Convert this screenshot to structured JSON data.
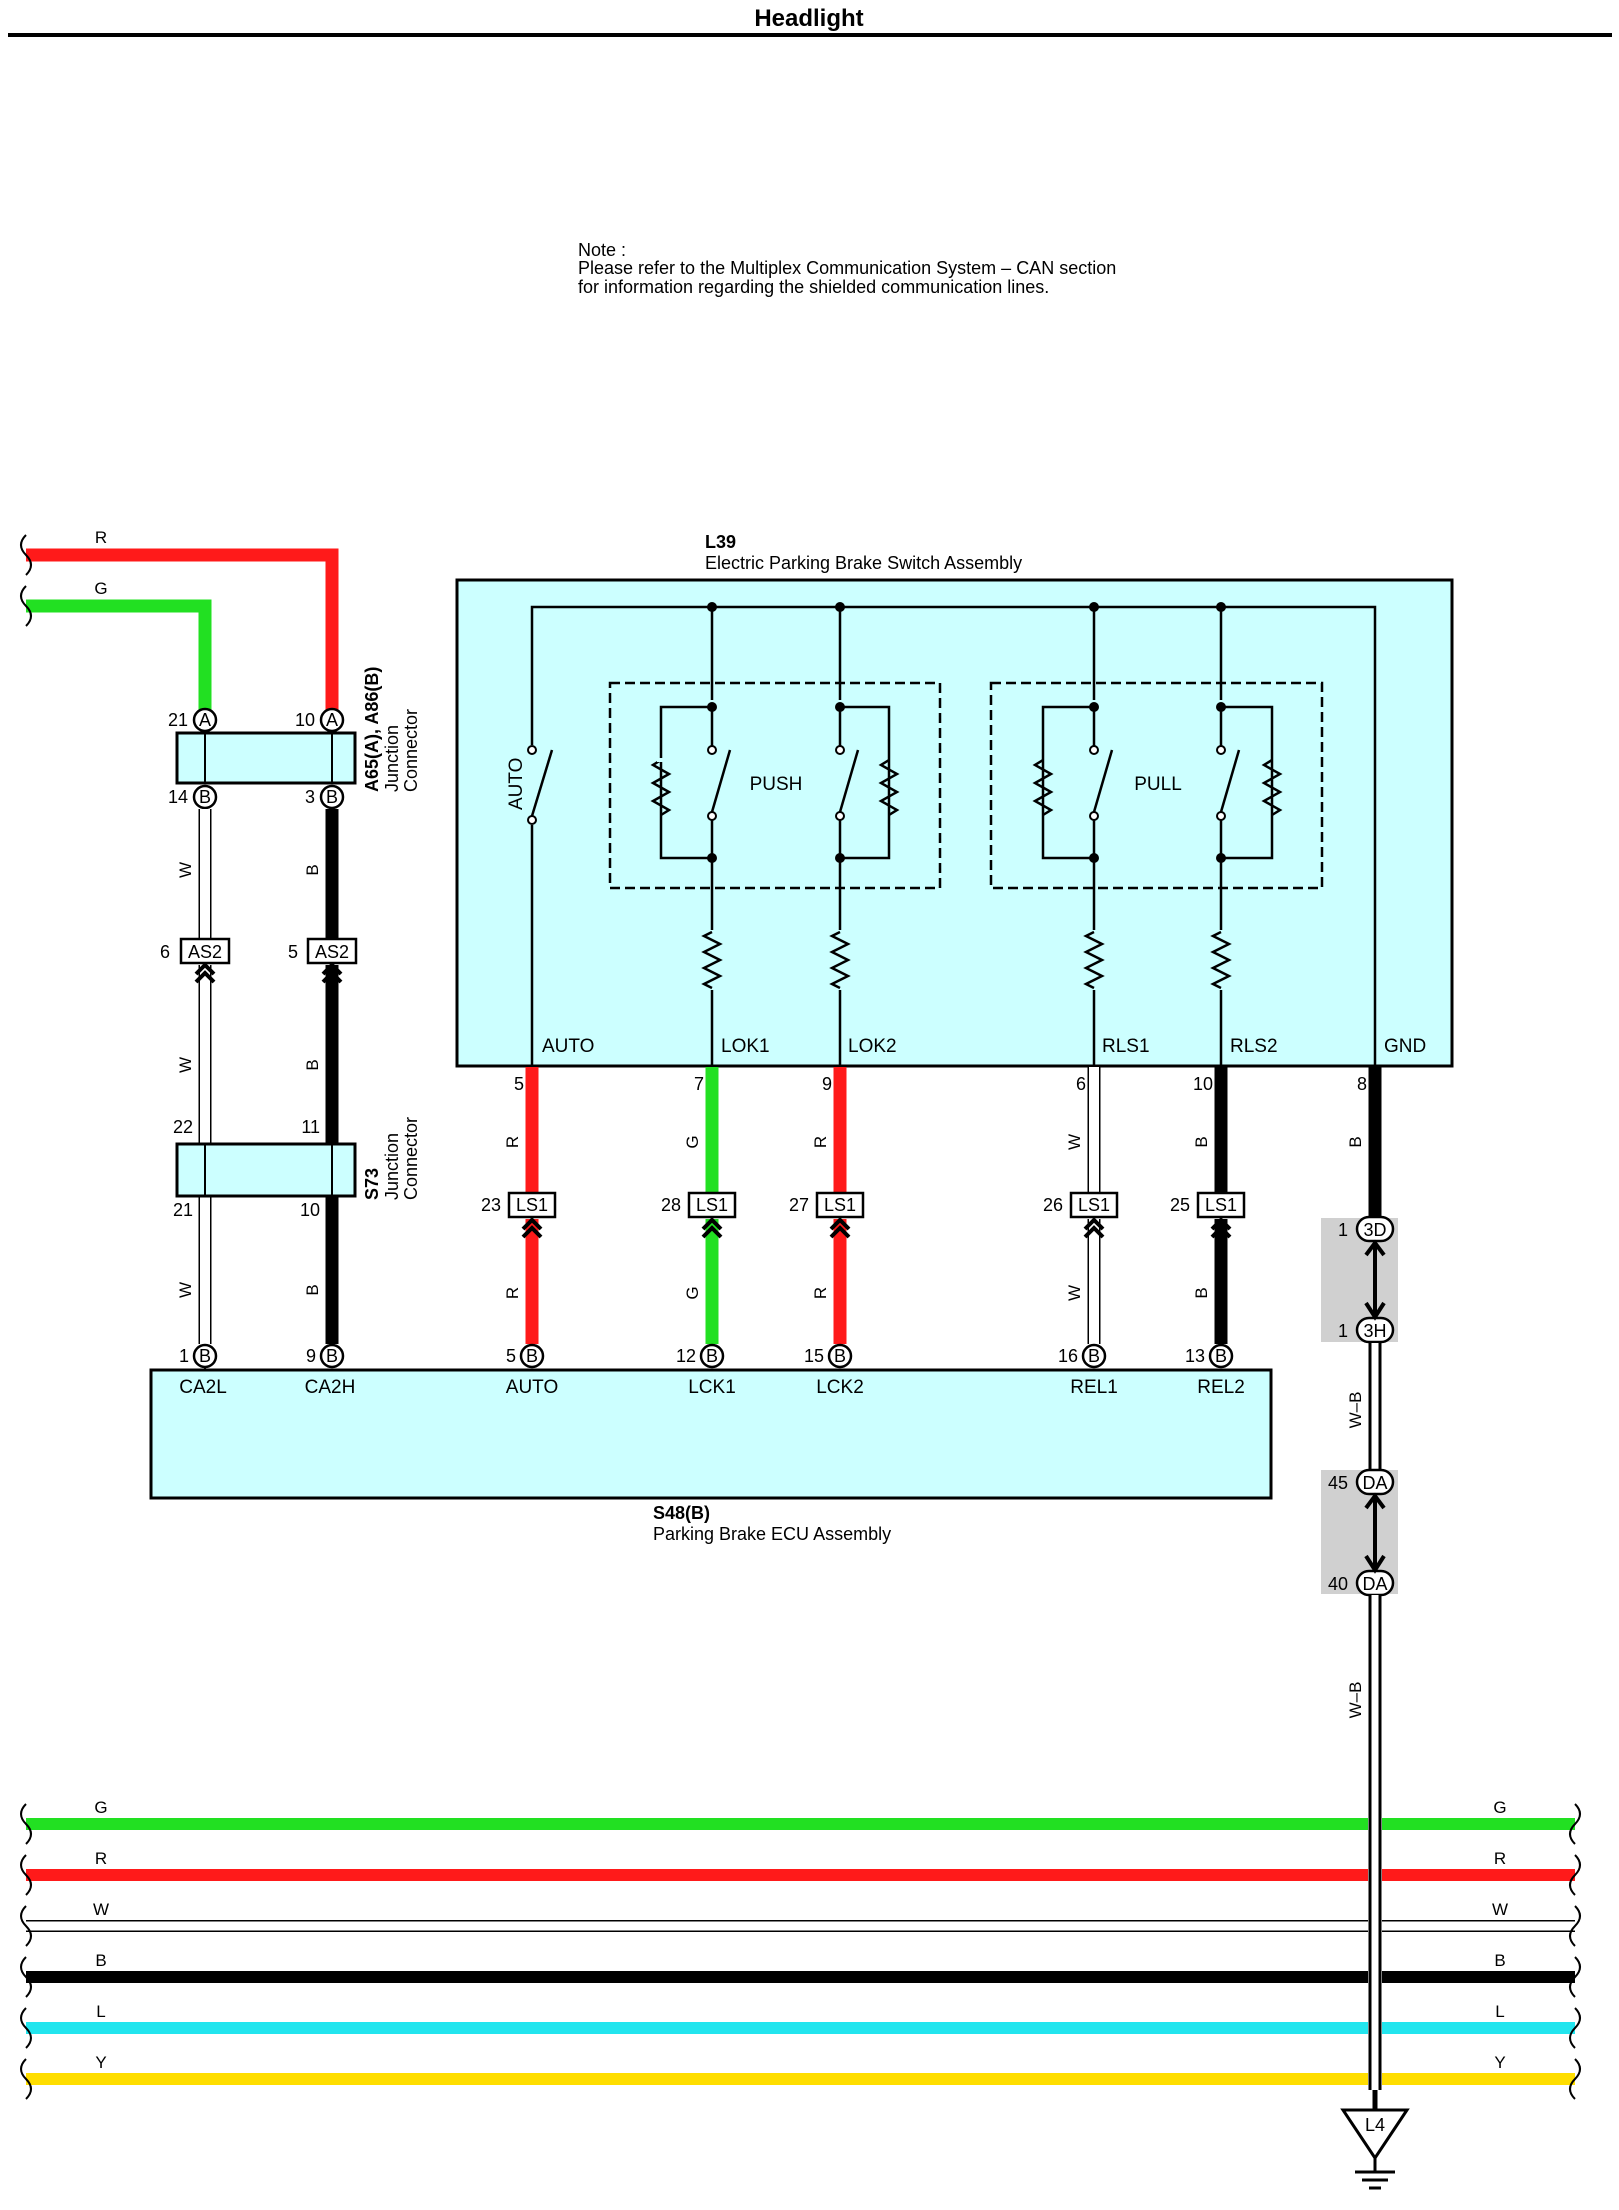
{
  "page": {
    "title": "Headlight"
  },
  "note": {
    "heading": "Note :",
    "line1": "Please refer to the Multiplex Communication System – CAN section",
    "line2": "for information regarding the shielded communication lines."
  },
  "colors": {
    "red": "#ff1a1a",
    "green": "#22e022",
    "black": "#000000",
    "white": "#ffffff",
    "blue": "#22e5ee",
    "yellow": "#ffde00",
    "box_fill": "#ccffff",
    "shade": "#d0d0d0"
  },
  "top_left_wires": [
    {
      "code": "R",
      "color": "red"
    },
    {
      "code": "G",
      "color": "green"
    }
  ],
  "junction_a65": {
    "id": "A65(A), A86(B)",
    "line2": "Junction",
    "line3": "Connector",
    "top_pins": [
      {
        "pin": "21",
        "letter": "A"
      },
      {
        "pin": "10",
        "letter": "A"
      }
    ],
    "bottom_pins": [
      {
        "pin": "14",
        "letter": "B"
      },
      {
        "pin": "3",
        "letter": "B"
      }
    ]
  },
  "connector_as2": [
    {
      "pin": "6",
      "name": "AS2"
    },
    {
      "pin": "5",
      "name": "AS2"
    }
  ],
  "junction_s73": {
    "id": "S73",
    "line2": "Junction",
    "line3": "Connector",
    "top_pins": [
      "22",
      "11"
    ],
    "bottom_pins": [
      "21",
      "10"
    ]
  },
  "switch_assembly": {
    "id": "L39",
    "name": "Electric Parking Brake Switch Assembly",
    "switch_auto_label": "AUTO",
    "group_push_label": "PUSH",
    "group_pull_label": "PULL",
    "terminals": [
      {
        "name": "AUTO",
        "pin": "5"
      },
      {
        "name": "LOK1",
        "pin": "7"
      },
      {
        "name": "LOK2",
        "pin": "9"
      },
      {
        "name": "RLS1",
        "pin": "6"
      },
      {
        "name": "RLS2",
        "pin": "10"
      },
      {
        "name": "GND",
        "pin": "8"
      }
    ]
  },
  "connector_ls1": [
    {
      "pin": "23",
      "name": "LS1"
    },
    {
      "pin": "28",
      "name": "LS1"
    },
    {
      "pin": "27",
      "name": "LS1"
    },
    {
      "pin": "26",
      "name": "LS1"
    },
    {
      "pin": "25",
      "name": "LS1"
    }
  ],
  "ecu": {
    "id": "S48(B)",
    "name": "Parking Brake ECU Assembly",
    "terminals": [
      {
        "name": "CA2L",
        "pin": "1",
        "letter": "B"
      },
      {
        "name": "CA2H",
        "pin": "9",
        "letter": "B"
      },
      {
        "name": "AUTO",
        "pin": "5",
        "letter": "B"
      },
      {
        "name": "LCK1",
        "pin": "12",
        "letter": "B"
      },
      {
        "name": "LCK2",
        "pin": "15",
        "letter": "B"
      },
      {
        "name": "REL1",
        "pin": "16",
        "letter": "B"
      },
      {
        "name": "REL2",
        "pin": "13",
        "letter": "B"
      }
    ]
  },
  "wire_labels": {
    "ca2l": "W",
    "ca2h": "B",
    "auto": "R",
    "lok1": "G",
    "lok2": "R",
    "rls1": "W",
    "rls2": "B",
    "gnd": "B",
    "ground_drop": "W–B"
  },
  "ground_chain": [
    {
      "pin": "1",
      "name": "3D"
    },
    {
      "pin": "1",
      "name": "3H"
    },
    {
      "pin": "45",
      "name": "DA"
    },
    {
      "pin": "40",
      "name": "DA"
    }
  ],
  "ground_point": "L4",
  "bottom_bus": [
    {
      "code": "G",
      "color": "green"
    },
    {
      "code": "R",
      "color": "red"
    },
    {
      "code": "W",
      "color": "white"
    },
    {
      "code": "B",
      "color": "black"
    },
    {
      "code": "L",
      "color": "blue"
    },
    {
      "code": "Y",
      "color": "yellow"
    }
  ]
}
